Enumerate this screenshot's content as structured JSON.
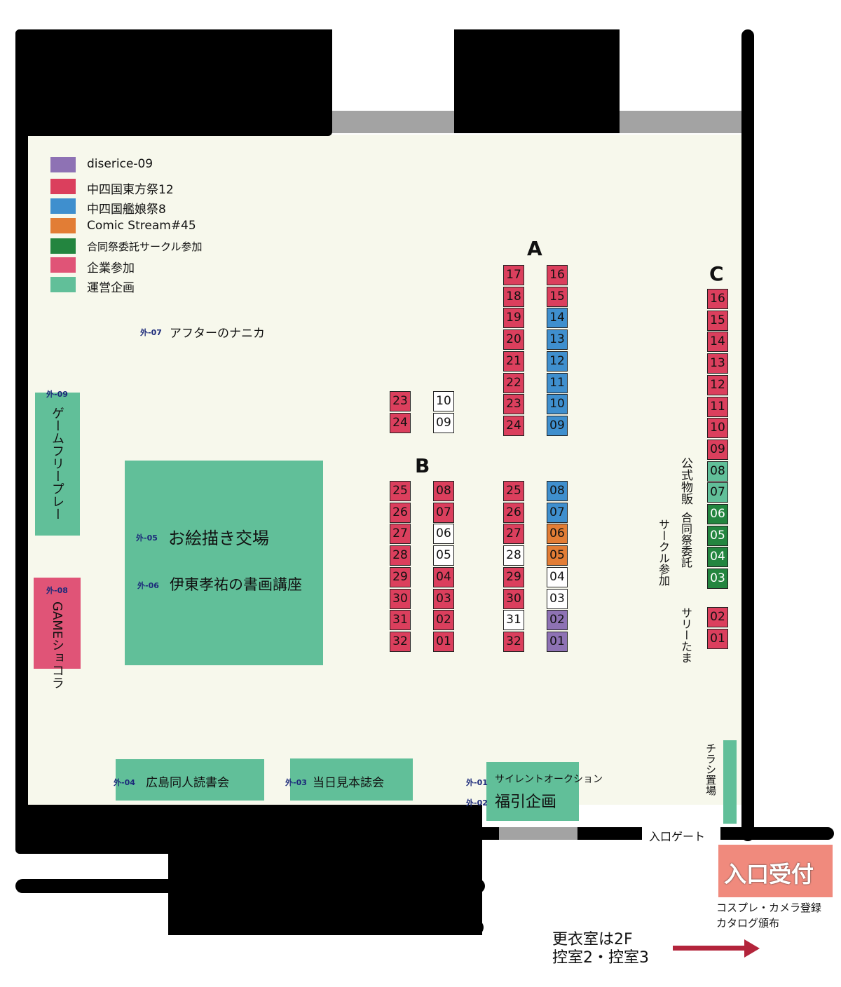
{
  "legend": [
    {
      "label": "diserice-09",
      "color": "#8e72b4"
    },
    {
      "label": "中四国東方祭12",
      "color": "#db3f5d"
    },
    {
      "label": "中四国艦娘祭8",
      "color": "#3f8fce"
    },
    {
      "label": "Comic Stream#45",
      "color": "#e27d35"
    },
    {
      "label": "合同祭委託サークル参加",
      "color": "#23853f"
    },
    {
      "label": "企業参加",
      "color": "#e05477"
    },
    {
      "label": "運営企画",
      "color": "#61bf99"
    }
  ],
  "blocks": {
    "a": "A",
    "b": "B",
    "c": "C"
  },
  "booths": {
    "a_left": [
      "17",
      "18",
      "19",
      "20",
      "21",
      "22",
      "23",
      "24"
    ],
    "a_right": [
      "16",
      "15",
      "14",
      "13",
      "12",
      "11",
      "10",
      "09"
    ],
    "b_small_left": [
      "23",
      "24"
    ],
    "b_small_right": [
      "10",
      "09"
    ],
    "b_col1": [
      "25",
      "26",
      "27",
      "28",
      "29",
      "30",
      "31",
      "32"
    ],
    "b_col2": [
      "08",
      "07",
      "06",
      "05",
      "04",
      "03",
      "02",
      "01"
    ],
    "b_col3": [
      "25",
      "26",
      "27",
      "28",
      "29",
      "30",
      "31",
      "32"
    ],
    "b_col4": [
      "08",
      "07",
      "06",
      "05",
      "04",
      "03",
      "02",
      "01"
    ],
    "c_col": [
      "16",
      "15",
      "14",
      "13",
      "12",
      "11",
      "10",
      "09",
      "08",
      "07",
      "06",
      "05",
      "04",
      "03"
    ],
    "c_small": [
      "02",
      "01"
    ]
  },
  "outside": {
    "ext07": {
      "id": "外-07",
      "name": "アフターのナニカ"
    },
    "ext09": {
      "id": "外-09",
      "name": "ゲームフリープレー"
    },
    "ext08": {
      "id": "外-08",
      "name": "GAMEショコラ"
    },
    "ext05": {
      "id": "外-05",
      "name": "お絵描き交場"
    },
    "ext06": {
      "id": "外-06",
      "name": "伊東孝祐の書画講座"
    },
    "ext04": {
      "id": "外-04",
      "name": "広島同人読書会"
    },
    "ext03": {
      "id": "外-03",
      "name": "当日見本誌会"
    },
    "ext01": {
      "id": "外-01",
      "name": "サイレントオークション"
    },
    "ext02": {
      "id": "外-02",
      "name": "福引企画"
    }
  },
  "side_labels": {
    "official": "公式物販",
    "joint": "合同祭委託",
    "circle": "サークル参加",
    "sally": "サリーたま",
    "flyer": "チラシ置場"
  },
  "entrance": {
    "gate": "入口ゲート",
    "reception": "入口受付",
    "reception_note1": "コスプレ・カメラ登録",
    "reception_note2": "カタログ頒布",
    "dressing1": "更衣室は2F",
    "dressing2": "控室2・控室3"
  }
}
